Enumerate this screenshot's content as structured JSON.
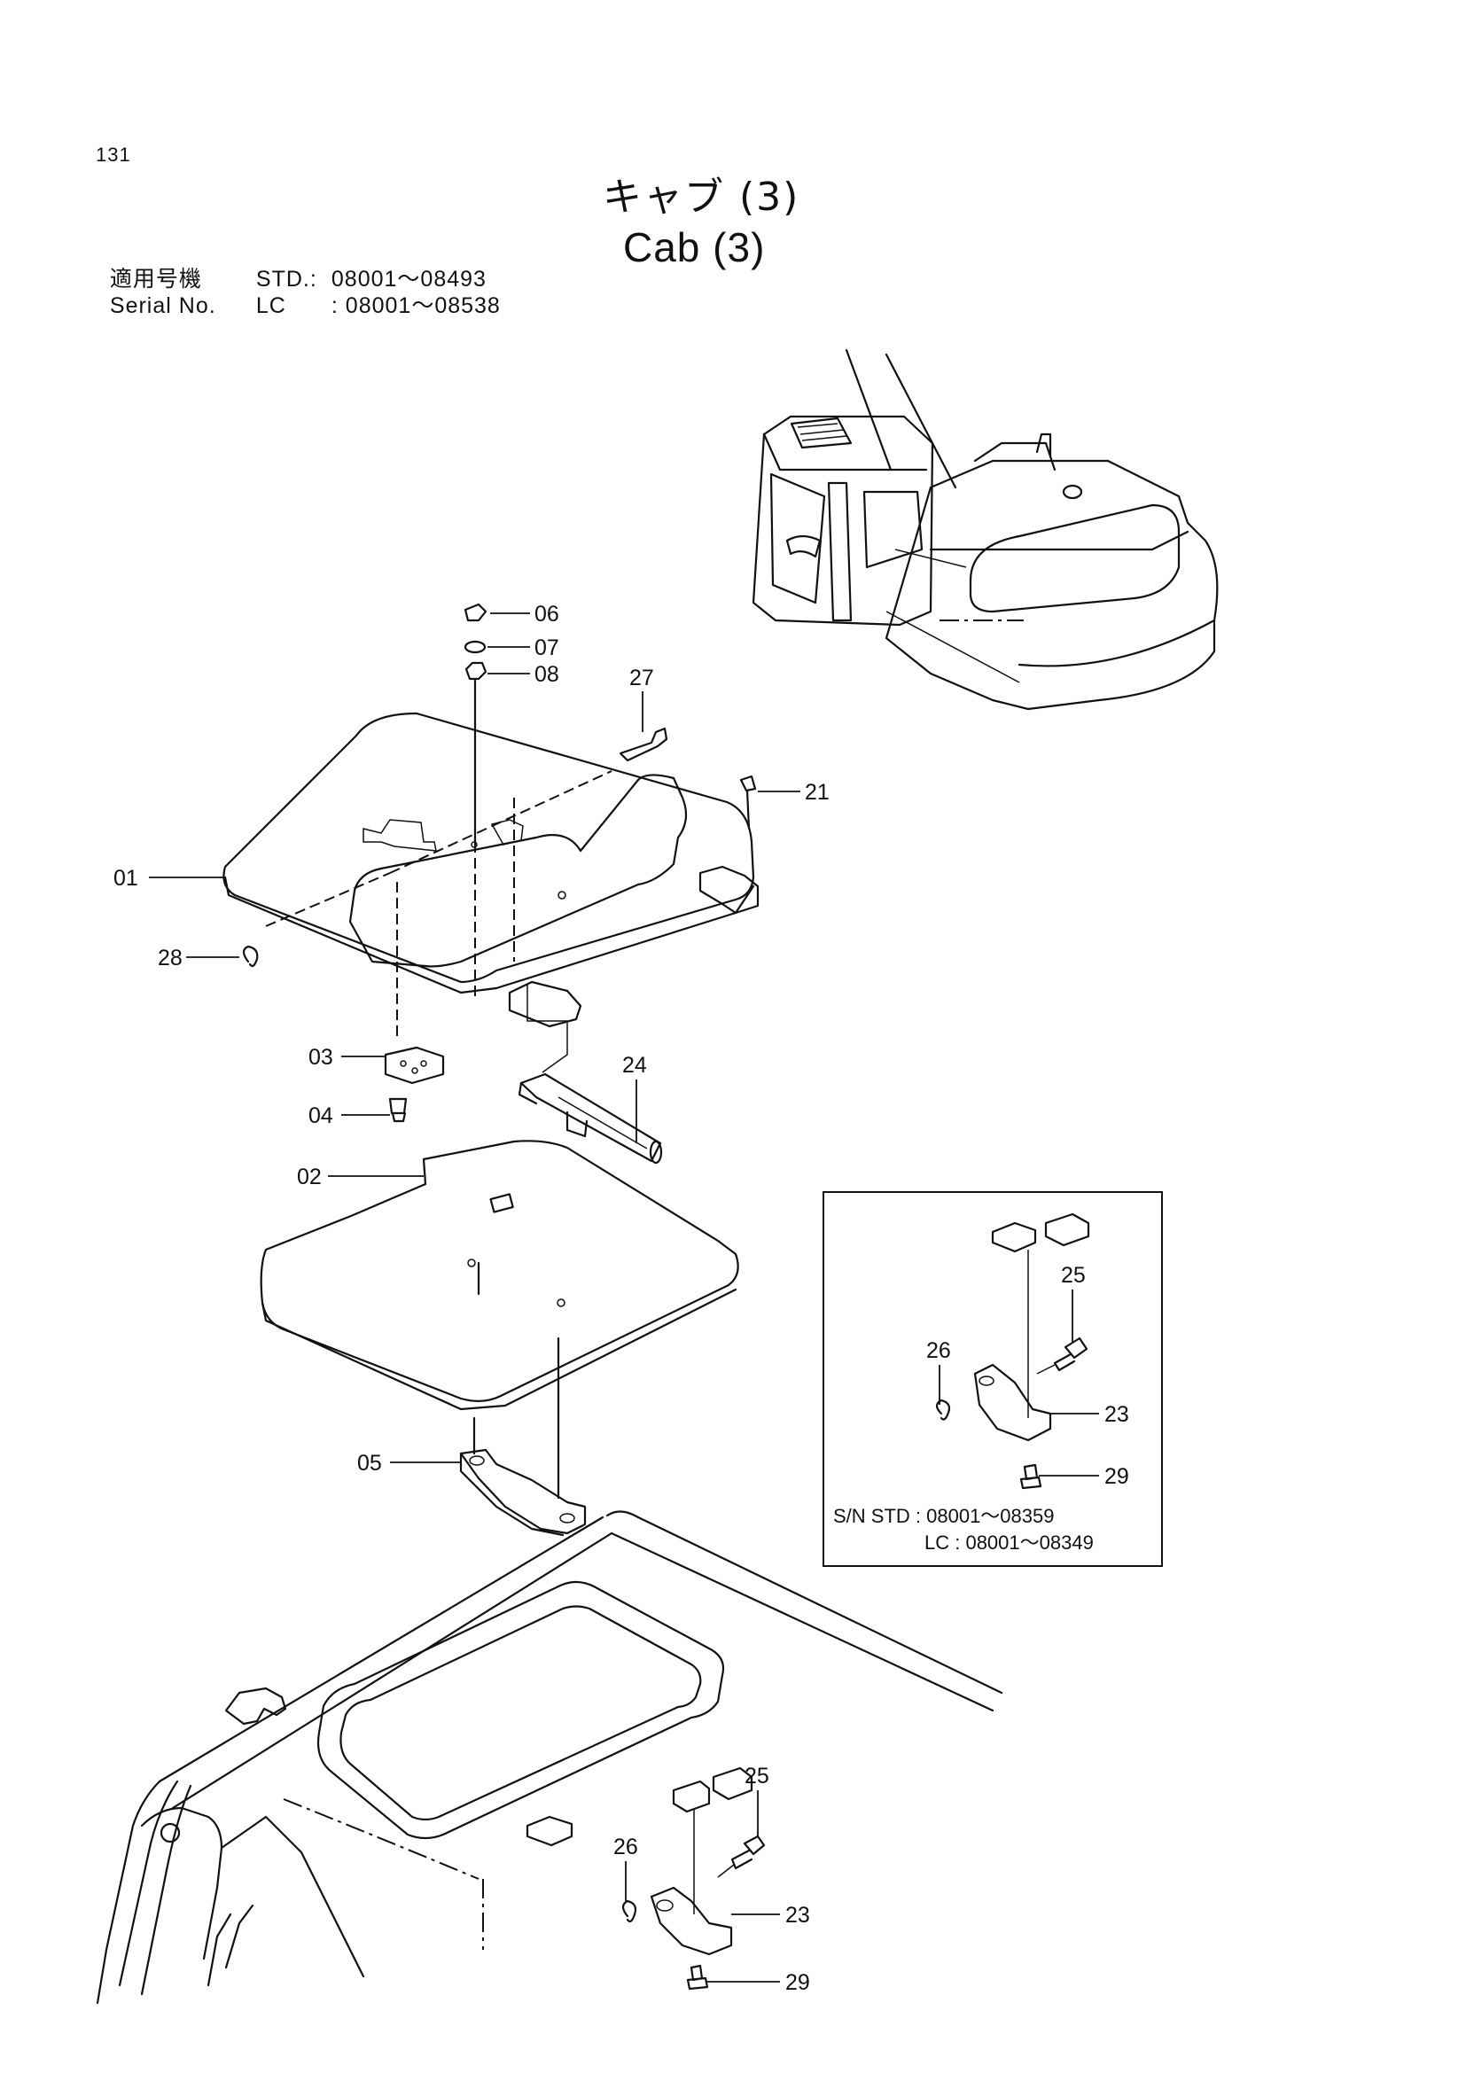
{
  "header": {
    "page_number": "131",
    "title_jp": "キャブ (3)",
    "title_en": "Cab (3)",
    "serial_label_jp": "適用号機",
    "serial_label_en": "Serial No.",
    "std_model": "STD.:",
    "std_range": "08001～08493",
    "lc_model": "LC",
    "lc_range": ": 08001～08538"
  },
  "labels": {
    "p01": "01",
    "p02": "02",
    "p03": "03",
    "p04": "04",
    "p05": "05",
    "p06": "06",
    "p07": "07",
    "p08": "08",
    "p21": "21",
    "p24": "24",
    "p27": "27",
    "p28": "28",
    "lower_p23": "23",
    "lower_p25": "25",
    "lower_p26": "26",
    "lower_p29": "29"
  },
  "inset": {
    "p23": "23",
    "p25": "25",
    "p26": "26",
    "p29": "29",
    "sn_line1": "S/N STD : 08001～08359",
    "sn_line2": "LC  : 08001～08349"
  }
}
